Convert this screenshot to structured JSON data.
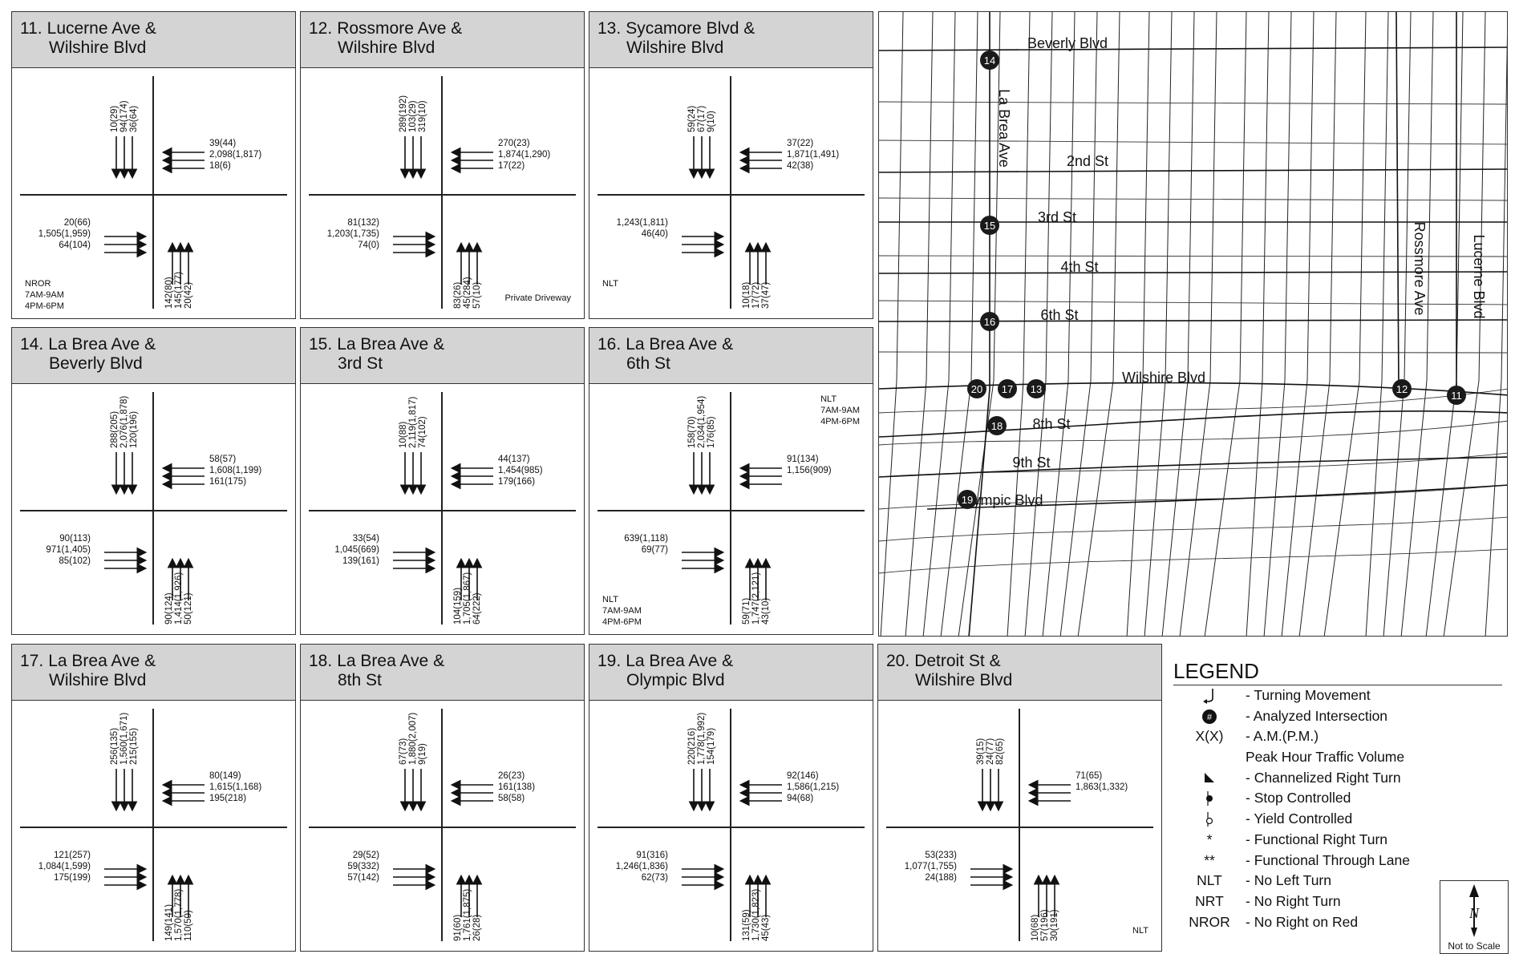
{
  "panels": [
    {
      "num": "11.",
      "t1": "Lucerne Ave &",
      "t2": "Wilshire Blvd",
      "n": [
        "10(29)",
        "94(174)",
        "36(64)"
      ],
      "e": [
        "39(44)",
        "2,098(1,817)",
        "18(6)"
      ],
      "w": [
        "20(66)",
        "1,505(1,959)",
        "64(104)"
      ],
      "s": [
        "142(80)",
        "145(177)",
        "20(42)"
      ],
      "note": "NROR\n7AM-9AM\n4PM-6PM",
      "note2": ""
    },
    {
      "num": "12.",
      "t1": "Rossmore Ave &",
      "t2": "Wilshire Blvd",
      "n": [
        "289(192)",
        "103(29)",
        "319(10)"
      ],
      "e": [
        "270(23)",
        "1,874(1,290)",
        "17(22)"
      ],
      "w": [
        "81(132)",
        "1,203(1,735)",
        "74(0)"
      ],
      "s": [
        "83(26)",
        "45(284)",
        "57(10)"
      ],
      "note": "",
      "note2": "Private Driveway"
    },
    {
      "num": "13.",
      "t1": "Sycamore Blvd &",
      "t2": "Wilshire Blvd",
      "n": [
        "59(24)",
        "67(17)",
        "9(10)"
      ],
      "e": [
        "37(22)",
        "1,871(1,491)",
        "42(38)"
      ],
      "w": [
        "1,243(1,811)",
        "46(40)"
      ],
      "s": [
        "10(18)",
        "17(72)",
        "37(47)"
      ],
      "note": "NLT",
      "note2": ""
    },
    {
      "num": "14.",
      "t1": "La Brea Ave &",
      "t2": "Beverly Blvd",
      "n": [
        "288(205)",
        "2,076(1,878)",
        "120(196)"
      ],
      "e": [
        "58(57)",
        "1,608(1,199)",
        "161(175)"
      ],
      "w": [
        "90(113)",
        "971(1,405)",
        "85(102)"
      ],
      "s": [
        "90(124)",
        "1,414(1,926)",
        "50(121)"
      ],
      "note": "",
      "note2": ""
    },
    {
      "num": "15.",
      "t1": "La Brea Ave &",
      "t2": "3rd St",
      "n": [
        "10(88)",
        "2,119(1,817)",
        "74(102)"
      ],
      "e": [
        "44(137)",
        "1,454(985)",
        "179(166)"
      ],
      "w": [
        "33(54)",
        "1,045(669)",
        "139(161)"
      ],
      "s": [
        "104(159)",
        "1,705(1,867)",
        "64(222)"
      ],
      "note": "",
      "note2": ""
    },
    {
      "num": "16.",
      "t1": "La Brea Ave &",
      "t2": "6th St",
      "n": [
        "158(70)",
        "2,034(1,954)",
        "176(85)"
      ],
      "e": [
        "91(134)",
        "1,156(909)"
      ],
      "w": [
        "639(1,118)",
        "69(77)"
      ],
      "s": [
        "59(71)",
        "1,747(2,121)",
        "43(10)"
      ],
      "note": "NLT\n7AM-9AM\n4PM-6PM",
      "note2": "NLT\n7AM-9AM\n4PM-6PM"
    },
    {
      "num": "17.",
      "t1": "La Brea Ave &",
      "t2": "Wilshire Blvd",
      "n": [
        "256(135)",
        "1,560(1,671)",
        "215(155)"
      ],
      "e": [
        "80(149)",
        "1,615(1,168)",
        "195(218)"
      ],
      "w": [
        "121(257)",
        "1,084(1,599)",
        "175(199)"
      ],
      "s": [
        "149(141)",
        "1,570(1,778)",
        "110(50)"
      ],
      "note": "",
      "note2": ""
    },
    {
      "num": "18.",
      "t1": "La Brea Ave &",
      "t2": "8th St",
      "n": [
        "67(73)",
        "1,880(2,007)",
        "9(19)"
      ],
      "e": [
        "26(23)",
        "161(138)",
        "58(58)"
      ],
      "w": [
        "29(52)",
        "59(332)",
        "57(142)"
      ],
      "s": [
        "91(60)",
        "1,761(1,875)",
        "26(28)"
      ],
      "note": "",
      "note2": ""
    },
    {
      "num": "19.",
      "t1": "La Brea Ave &",
      "t2": "Olympic Blvd",
      "n": [
        "220(216)",
        "1,778(1,992)",
        "154(179)"
      ],
      "e": [
        "92(146)",
        "1,586(1,215)",
        "94(68)"
      ],
      "w": [
        "91(316)",
        "1,246(1,836)",
        "62(73)"
      ],
      "s": [
        "131(59)",
        "1,730(1,823)",
        "45(43)"
      ],
      "note": "",
      "note2": ""
    },
    {
      "num": "20.",
      "t1": "Detroit St &",
      "t2": "Wilshire Blvd",
      "n": [
        "39(15)",
        "24(77)",
        "82(65)"
      ],
      "e": [
        "71(65)",
        "1,863(1,332)"
      ],
      "w": [
        "53(233)",
        "1,077(1,755)",
        "24(188)"
      ],
      "s": [
        "10(68)",
        "57(196)",
        "30(191)"
      ],
      "note": "",
      "note2": "NLT"
    }
  ],
  "map": {
    "streets": [
      "Beverly Blvd",
      "2nd St",
      "3rd St",
      "4th St",
      "6th St",
      "Wilshire Blvd",
      "8th St",
      "9th St",
      "Olympic Blvd",
      "La Brea Ave",
      "Rossmore Ave",
      "Lucerne Blvd"
    ],
    "markers": [
      "14",
      "15",
      "16",
      "20",
      "17",
      "13",
      "12",
      "11",
      "18",
      "19"
    ]
  },
  "legend": {
    "title": "LEGEND",
    "items": [
      {
        "sym": "",
        "txt": "- Turning Movement"
      },
      {
        "sym": "#",
        "txt": "- Analyzed Intersection"
      },
      {
        "sym": "X(X)",
        "txt": "- A.M.(P.M.)"
      },
      {
        "sym": "",
        "txt": "Peak Hour Traffic Volume"
      },
      {
        "sym": "",
        "txt": "- Channelized Right Turn"
      },
      {
        "sym": "",
        "txt": "- Stop Controlled"
      },
      {
        "sym": "",
        "txt": "- Yield Controlled"
      },
      {
        "sym": "*",
        "txt": "- Functional Right Turn"
      },
      {
        "sym": "**",
        "txt": "- Functional Through Lane"
      },
      {
        "sym": "NLT",
        "txt": "- No Left Turn"
      },
      {
        "sym": "NRT",
        "txt": "- No Right Turn"
      },
      {
        "sym": "NROR",
        "txt": "- No Right on Red"
      }
    ]
  },
  "north": {
    "label": "Not to Scale",
    "letter": "N"
  }
}
